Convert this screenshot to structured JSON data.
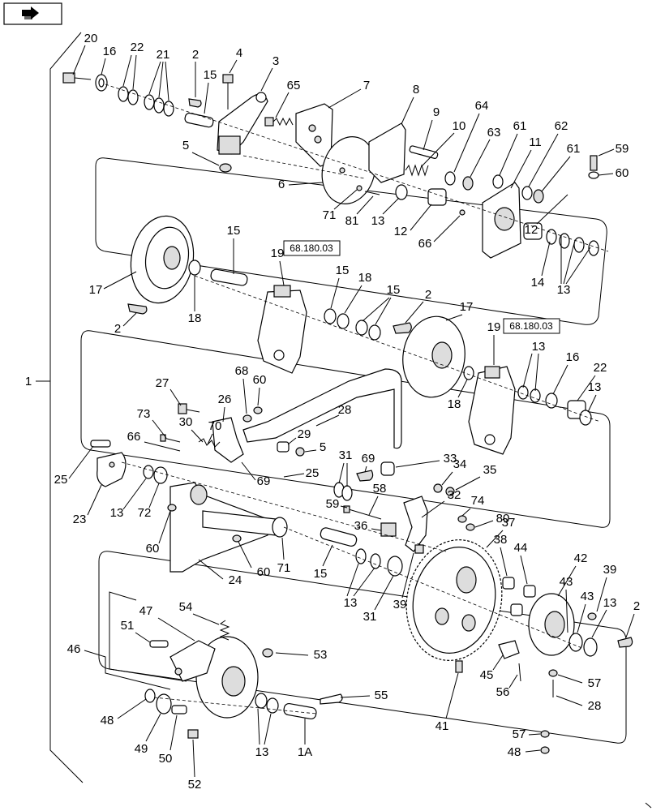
{
  "diagram": {
    "references": [
      {
        "id": "ref-1",
        "label": "68.180.03"
      },
      {
        "id": "ref-2",
        "label": "68.180.03"
      }
    ],
    "callouts": [
      {
        "id": "c20",
        "label": "20"
      },
      {
        "id": "c16a",
        "label": "16"
      },
      {
        "id": "c22a",
        "label": "22"
      },
      {
        "id": "c21",
        "label": "21"
      },
      {
        "id": "c2a",
        "label": "2"
      },
      {
        "id": "c4",
        "label": "4"
      },
      {
        "id": "c15a",
        "label": "15"
      },
      {
        "id": "c3",
        "label": "3"
      },
      {
        "id": "c65",
        "label": "65"
      },
      {
        "id": "c7",
        "label": "7"
      },
      {
        "id": "c8",
        "label": "8"
      },
      {
        "id": "c9",
        "label": "9"
      },
      {
        "id": "c10",
        "label": "10"
      },
      {
        "id": "c64",
        "label": "64"
      },
      {
        "id": "c63",
        "label": "63"
      },
      {
        "id": "c61a",
        "label": "61"
      },
      {
        "id": "c11",
        "label": "11"
      },
      {
        "id": "c62",
        "label": "62"
      },
      {
        "id": "c61b",
        "label": "61"
      },
      {
        "id": "c59a",
        "label": "59"
      },
      {
        "id": "c60a",
        "label": "60"
      },
      {
        "id": "c5a",
        "label": "5"
      },
      {
        "id": "c6",
        "label": "6"
      },
      {
        "id": "c71a",
        "label": "71"
      },
      {
        "id": "c81",
        "label": "81"
      },
      {
        "id": "c13a",
        "label": "13"
      },
      {
        "id": "c12a",
        "label": "12"
      },
      {
        "id": "c66a",
        "label": "66"
      },
      {
        "id": "c12b",
        "label": "12"
      },
      {
        "id": "c15b",
        "label": "15"
      },
      {
        "id": "c17a",
        "label": "17"
      },
      {
        "id": "c18a",
        "label": "18"
      },
      {
        "id": "c2b",
        "label": "2"
      },
      {
        "id": "c19a",
        "label": "19"
      },
      {
        "id": "c15c",
        "label": "15"
      },
      {
        "id": "c18b",
        "label": "18"
      },
      {
        "id": "c15d",
        "label": "15"
      },
      {
        "id": "c2c",
        "label": "2"
      },
      {
        "id": "c17b",
        "label": "17"
      },
      {
        "id": "c19b",
        "label": "19"
      },
      {
        "id": "c14",
        "label": "14"
      },
      {
        "id": "c13b",
        "label": "13"
      },
      {
        "id": "c13c",
        "label": "13"
      },
      {
        "id": "c16b",
        "label": "16"
      },
      {
        "id": "c22b",
        "label": "22"
      },
      {
        "id": "c13d",
        "label": "13"
      },
      {
        "id": "c18c",
        "label": "18"
      },
      {
        "id": "c1",
        "label": "1"
      },
      {
        "id": "c27",
        "label": "27"
      },
      {
        "id": "c68",
        "label": "68"
      },
      {
        "id": "c60b",
        "label": "60"
      },
      {
        "id": "c26",
        "label": "26"
      },
      {
        "id": "c28a",
        "label": "28"
      },
      {
        "id": "c73",
        "label": "73"
      },
      {
        "id": "c30",
        "label": "30"
      },
      {
        "id": "c70",
        "label": "70"
      },
      {
        "id": "c29",
        "label": "29"
      },
      {
        "id": "c5b",
        "label": "5"
      },
      {
        "id": "c66b",
        "label": "66"
      },
      {
        "id": "c69a",
        "label": "69"
      },
      {
        "id": "c69b",
        "label": "69"
      },
      {
        "id": "c33",
        "label": "33"
      },
      {
        "id": "c31a",
        "label": "31"
      },
      {
        "id": "c25a",
        "label": "25"
      },
      {
        "id": "c25b",
        "label": "25"
      },
      {
        "id": "c34",
        "label": "34"
      },
      {
        "id": "c35",
        "label": "35"
      },
      {
        "id": "c58",
        "label": "58"
      },
      {
        "id": "c23",
        "label": "23"
      },
      {
        "id": "c13e",
        "label": "13"
      },
      {
        "id": "c72",
        "label": "72"
      },
      {
        "id": "c59b",
        "label": "59"
      },
      {
        "id": "c32",
        "label": "32"
      },
      {
        "id": "c74",
        "label": "74"
      },
      {
        "id": "c80",
        "label": "80"
      },
      {
        "id": "c36",
        "label": "36"
      },
      {
        "id": "c37",
        "label": "37"
      },
      {
        "id": "c60c",
        "label": "60"
      },
      {
        "id": "c71b",
        "label": "71"
      },
      {
        "id": "c60d",
        "label": "60"
      },
      {
        "id": "c24",
        "label": "24"
      },
      {
        "id": "c15e",
        "label": "15"
      },
      {
        "id": "c38",
        "label": "38"
      },
      {
        "id": "c44",
        "label": "44"
      },
      {
        "id": "c42",
        "label": "42"
      },
      {
        "id": "c39a",
        "label": "39"
      },
      {
        "id": "c13f",
        "label": "13"
      },
      {
        "id": "c31b",
        "label": "31"
      },
      {
        "id": "c39b",
        "label": "39"
      },
      {
        "id": "c43a",
        "label": "43"
      },
      {
        "id": "c43b",
        "label": "43"
      },
      {
        "id": "c13g",
        "label": "13"
      },
      {
        "id": "c2d",
        "label": "2"
      },
      {
        "id": "c47",
        "label": "47"
      },
      {
        "id": "c54",
        "label": "54"
      },
      {
        "id": "c51",
        "label": "51"
      },
      {
        "id": "c46",
        "label": "46"
      },
      {
        "id": "c53",
        "label": "53"
      },
      {
        "id": "c45",
        "label": "45"
      },
      {
        "id": "c57a",
        "label": "57"
      },
      {
        "id": "c56",
        "label": "56"
      },
      {
        "id": "c28b",
        "label": "28"
      },
      {
        "id": "c55",
        "label": "55"
      },
      {
        "id": "c41",
        "label": "41"
      },
      {
        "id": "c48a",
        "label": "48"
      },
      {
        "id": "c49",
        "label": "49"
      },
      {
        "id": "c50",
        "label": "50"
      },
      {
        "id": "c13h",
        "label": "13"
      },
      {
        "id": "c1a",
        "label": "1A"
      },
      {
        "id": "c52",
        "label": "52"
      },
      {
        "id": "c57b",
        "label": "57"
      },
      {
        "id": "c48b",
        "label": "48"
      }
    ]
  }
}
